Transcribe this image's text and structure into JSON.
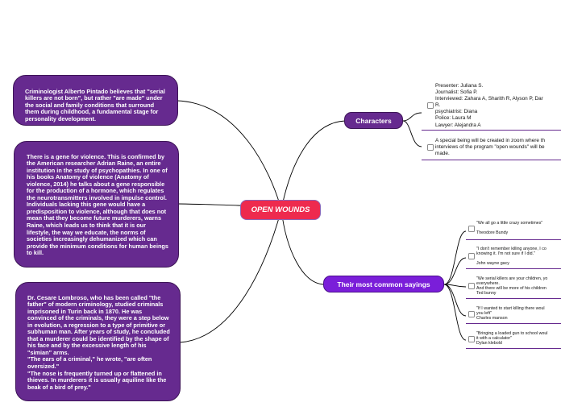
{
  "central": {
    "label": "OPEN WOUNDS"
  },
  "topics": {
    "characters": {
      "label": "Characters",
      "items": [
        "Presenter: Juliana S.\nJournalist: Sofia P.\nInterviewed: Zahara A, Sharith R, Alyson P, Dar\nR.\npsychiatrist: Diana\nPolice: Laura M\nLawyer: Alejandra A",
        "A special being will be created in zoom where th\ninterviews of the program \"open wounds\" will be\nmade."
      ]
    },
    "sayings": {
      "label": "Their most common sayings",
      "items": [
        "\"We all go a little crazy sometimes\"\n\nTheodore Bundy",
        "\"I don't remember killing anyone, I co\nknowing it. I'm not sure if I did.\"\n\nJohn wayne gacy",
        "\"We serial killers are your children, yo\neverywhere.\nAnd there will be more of his children\nTed bunny",
        "\"If I wanted to start killing there woul\nyou left\"\nCharles manson",
        "\"Bringing a loaded gun to school woul\nit with a calculator\"\nDylan klebold"
      ]
    }
  },
  "left_notes": [
    "Criminologist Alberto Pintado believes that \"serial killers are not born\", but rather \"are made\" under the social and family conditions that surround them during childhood, a fundamental stage for personality development.",
    "There is a gene for violence. This is confirmed by the American researcher Adrian Raine, an entire institution in the study of psychopathies. In one of his books Anatomy of violence (Anatomy of violence, 2014) he talks about a gene responsible for the production of a hormone, which regulates the neurotransmitters involved in impulse control. Individuals lacking this gene would have a predisposition to violence, although that does not mean that they become future murderers, warns Raine, which leads us to think that it is our lifestyle, the way we educate, the norms of societies increasingly dehumanized which can provide the minimum conditions for human beings to kill.",
    "Dr. Cesare Lombroso, who has been called \"the father\" of modern criminology, studied criminals imprisoned in Turin back in 1870. He was convinced of the criminals, they were a step below in evolution, a regression to a type of primitive or subhuman man. After years of study, he concluded that a murderer could be identified by the shape of his face and by the excessive length of his \"simian\" arms.\n\"The ears of a criminal,\" he wrote, \"are often oversized.\"\n\"The nose is frequently turned up or flattened in thieves. In murderers it is usually aquiline like the beak of a bird of prey.\""
  ],
  "colors": {
    "central_fill": "#ee2a4e",
    "node_fill": "#662a8f",
    "sayings_fill": "#7a1ed9",
    "connector": "#000000"
  }
}
